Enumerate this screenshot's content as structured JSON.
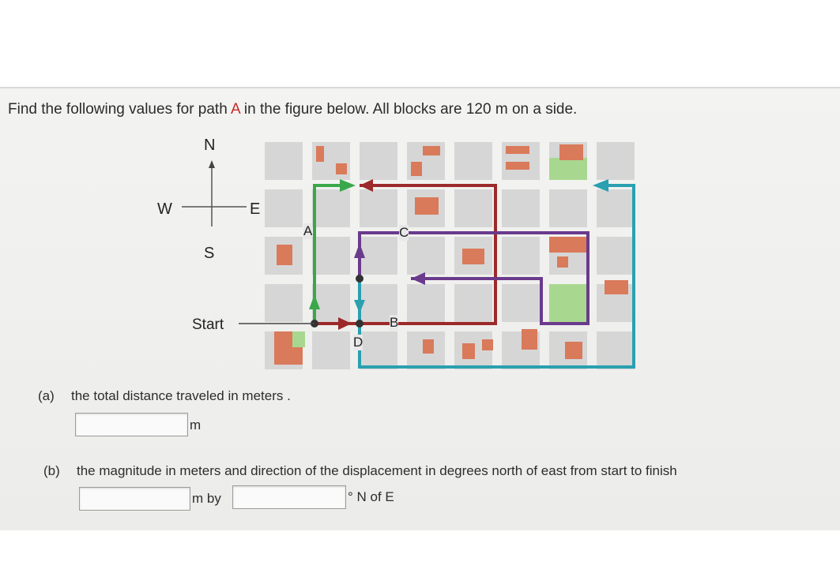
{
  "question": {
    "prefix": "Find the following values for path ",
    "path_letter": "A",
    "suffix": " in the figure below. All blocks are 120 m on a side."
  },
  "figure": {
    "compass": {
      "north": "N",
      "south": "S",
      "east": "E",
      "west": "W"
    },
    "start_label": "Start",
    "path_labels": {
      "a": "A",
      "b": "B",
      "c": "C",
      "d": "D"
    },
    "colors": {
      "path_a": "#3aa84a",
      "path_b": "#9c2a2a",
      "path_c": "#6a3a8c",
      "path_d": "#2aa0b0",
      "block": "#d3d3d3",
      "building": "#d97a5a",
      "park": "#a8d890"
    }
  },
  "parts": {
    "a": {
      "label": "(a)",
      "text": "the total distance traveled in meters .",
      "input_value": "",
      "unit": "m"
    },
    "b": {
      "label": "(b)",
      "text": "the magnitude in meters and direction of the displacement in degrees north of east from start to finish",
      "magnitude_value": "",
      "magnitude_unit": "m by",
      "direction_value": "",
      "direction_unit": "° N of E"
    }
  }
}
